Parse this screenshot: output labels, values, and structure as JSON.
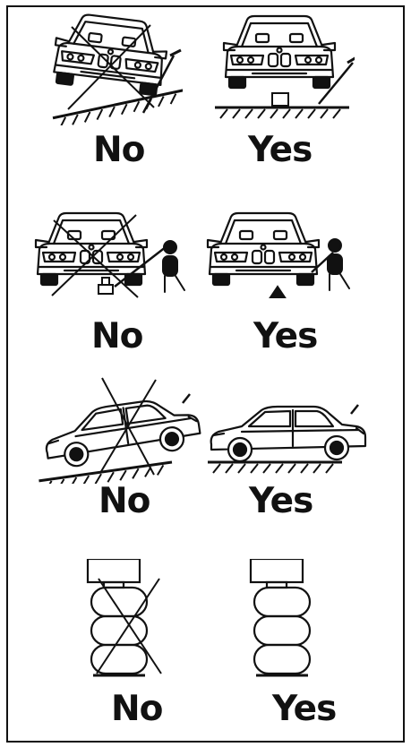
{
  "colors": {
    "ink": "#111111",
    "background": "#ffffff"
  },
  "rows": [
    {
      "no_label": "No",
      "yes_label": "Yes"
    },
    {
      "no_label": "No",
      "yes_label": "Yes"
    },
    {
      "no_label": "No",
      "yes_label": "Yes"
    },
    {
      "no_label": "No",
      "yes_label": "Yes"
    }
  ]
}
